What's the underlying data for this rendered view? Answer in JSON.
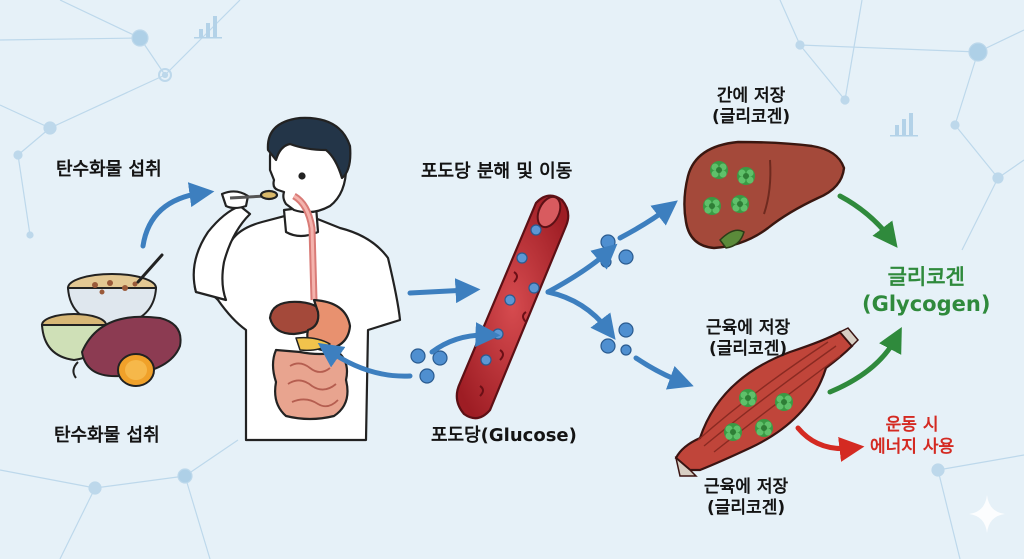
{
  "labels": {
    "intake_top": "탄수화물 섭취",
    "intake_bottom": "탄수화물 섭취",
    "digest_title": "포도당 분해 및 이동",
    "glucose": "포도당(Glucose)",
    "liver_line1": "간에 저장",
    "liver_line2": "(글리코겐)",
    "muscle_mid_line1": "근육에 저장",
    "muscle_mid_line2": "(글리코겐)",
    "muscle_bottom_line1": "근육에 저장",
    "muscle_bottom_line2": "(글리코겐)",
    "glycogen_ko": "글리코겐",
    "glycogen_en": "(Glycogen)",
    "exercise_line1": "운동 시",
    "exercise_line2": "에너지 사용"
  },
  "colors": {
    "background": "#e6f1f8",
    "flow_arrow": "#3d7fbf",
    "storage_arrow": "#2f8a3c",
    "energy_arrow": "#d42a22",
    "glucose_dot": "#4f8fd0",
    "blood_vessel": "#b8262c",
    "liver": "#a4493a",
    "muscle": "#c0453a",
    "glycogen_granule": "#3a9a44"
  },
  "icons": [
    "food-bowls-icon",
    "person-digestive-icon",
    "blood-vessel-icon",
    "liver-icon",
    "muscle-icon",
    "sparkle-icon",
    "bar-chart-icon"
  ]
}
